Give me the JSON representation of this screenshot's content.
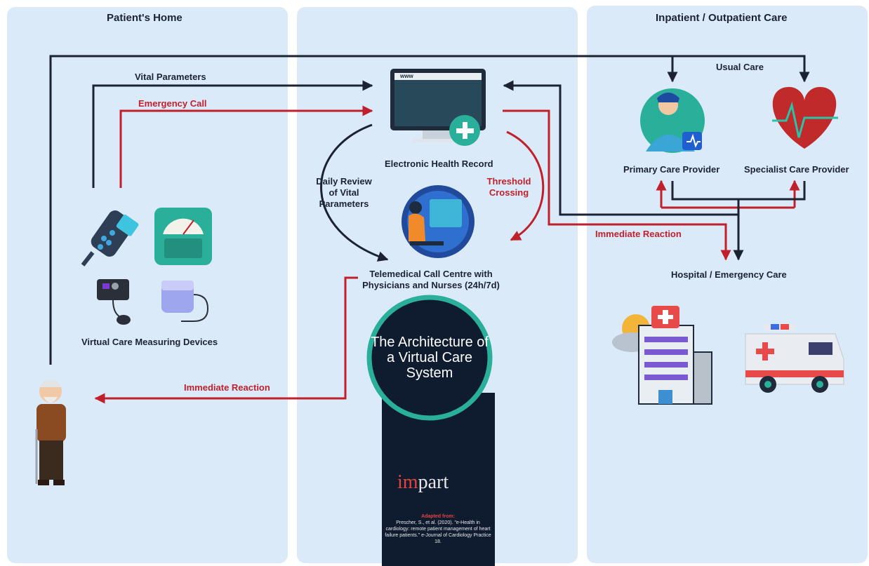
{
  "panels": {
    "home_title": "Patient's Home",
    "care_title": "Inpatient / Outpatient Care"
  },
  "labels": {
    "vital_parameters": "Vital Parameters",
    "emergency_call": "Emergency Call",
    "devices": "Virtual Care Measuring Devices",
    "immediate_reaction_patient": "Immediate Reaction",
    "ehr": "Electronic Health Record",
    "daily_review": "Daily Review\nof Vital\nParameters",
    "threshold": "Threshold\nCrossing",
    "call_centre": "Telemedical Call Centre with\nPhysicians and Nurses (24h/7d)",
    "usual_care": "Usual Care",
    "primary_care": "Primary Care Provider",
    "specialist_care": "Specialist Care Provider",
    "immediate_reaction_hospital": "Immediate Reaction",
    "hospital": "Hospital / Emergency Care"
  },
  "center": {
    "title": "The Architecture of a Virtual Care System",
    "logo_prefix": "im",
    "logo_suffix": "part",
    "credit_heading": "Adapted from:",
    "credit_text": "Prescher, S., et al. (2020). \"e-Health in cardiology: remote patient management of heart failure patients.\" e-Journal of Cardiology Practice 18."
  },
  "screen_text": "www",
  "colors": {
    "panel": "#dbeaf8",
    "dark_arrow": "#1b2333",
    "red_arrow": "#c0202b",
    "navy": "#0f1b2e",
    "teal": "#2aaf9a"
  }
}
